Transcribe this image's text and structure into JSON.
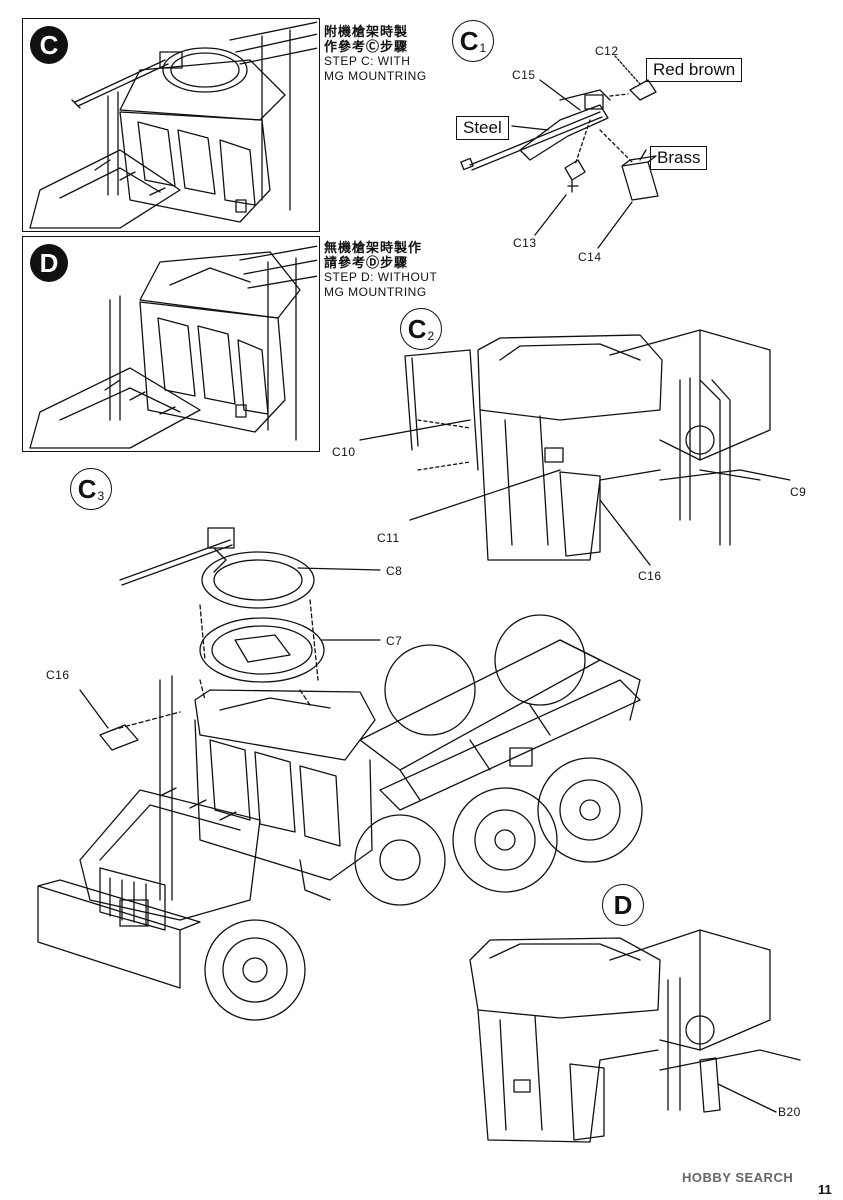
{
  "steps": {
    "c": {
      "badge": "C",
      "zh_line1": "附機槍架時製",
      "zh_line2": "作參考Ⓒ步驟",
      "en_line1": "STEP C: WITH",
      "en_line2": "MG MOUNTRING"
    },
    "d": {
      "badge": "D",
      "zh_line1": "無機槍架時製作",
      "zh_line2": "請參考Ⓓ步驟",
      "en_line1": "STEP D: WITHOUT",
      "en_line2": "MG MOUNTRING"
    }
  },
  "sub_steps": {
    "c1": {
      "letter": "C",
      "number": "1"
    },
    "c2": {
      "letter": "C",
      "number": "2"
    },
    "c3": {
      "letter": "C",
      "number": "3"
    },
    "d": {
      "letter": "D"
    }
  },
  "parts": {
    "c12": "C12",
    "c15": "C15",
    "c13": "C13",
    "c14": "C14",
    "c10": "C10",
    "c11": "C11",
    "c9": "C9",
    "c16_top": "C16",
    "c8": "C8",
    "c7": "C7",
    "c16_left": "C16",
    "b20": "B20"
  },
  "paint_tags": {
    "red_brown": "Red brown",
    "steel": "Steel",
    "brass": "Brass"
  },
  "footer": {
    "watermark": "HOBBY SEARCH",
    "page_number": "11"
  },
  "colors": {
    "ink": "#111111",
    "paper": "#ffffff",
    "watermark": "#666666"
  }
}
